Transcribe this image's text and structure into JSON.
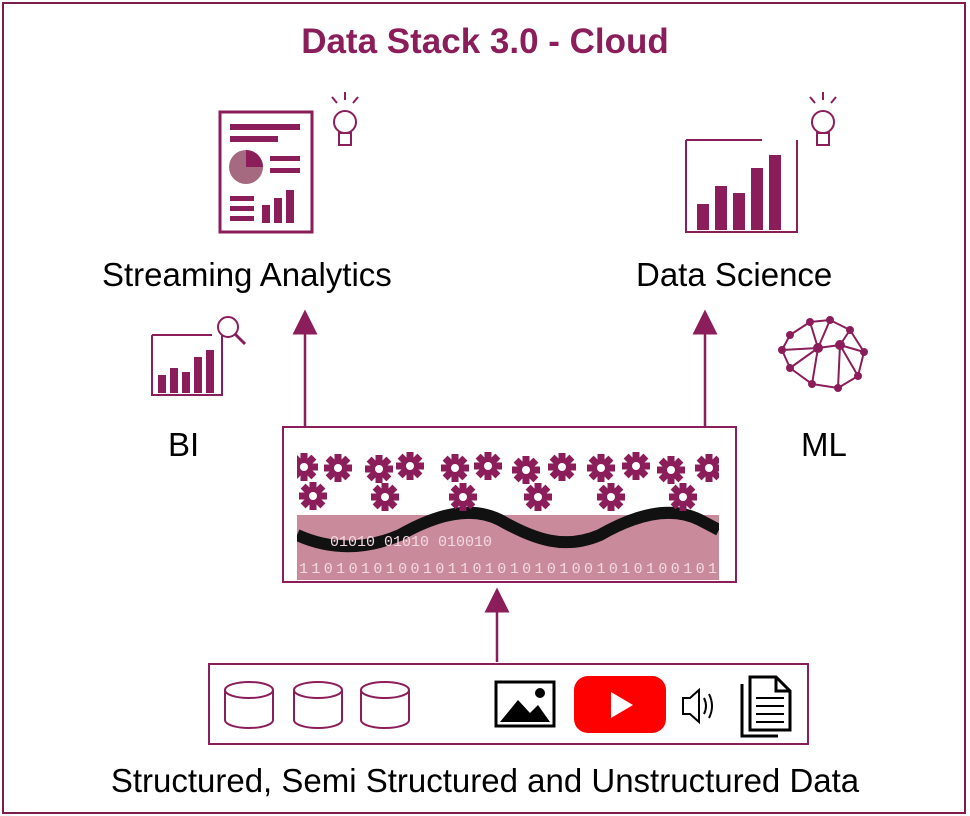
{
  "title": "Data Stack 3.0 - Cloud",
  "labels": {
    "streaming": "Streaming Analytics",
    "data_science": "Data Science",
    "bi": "BI",
    "ml": "ML",
    "sources": "Structured, Semi Structured and Unstructured Data"
  },
  "binary_rows": {
    "upper": "01010  01010  010010",
    "lower": "1101010100101101010101001010100101"
  },
  "colors": {
    "accent": "#8b1e5a",
    "border": "#7a1f4b",
    "panel_fill": "#a56a80",
    "band_fill": "#c98b9c",
    "youtube_red": "#ff0000"
  }
}
